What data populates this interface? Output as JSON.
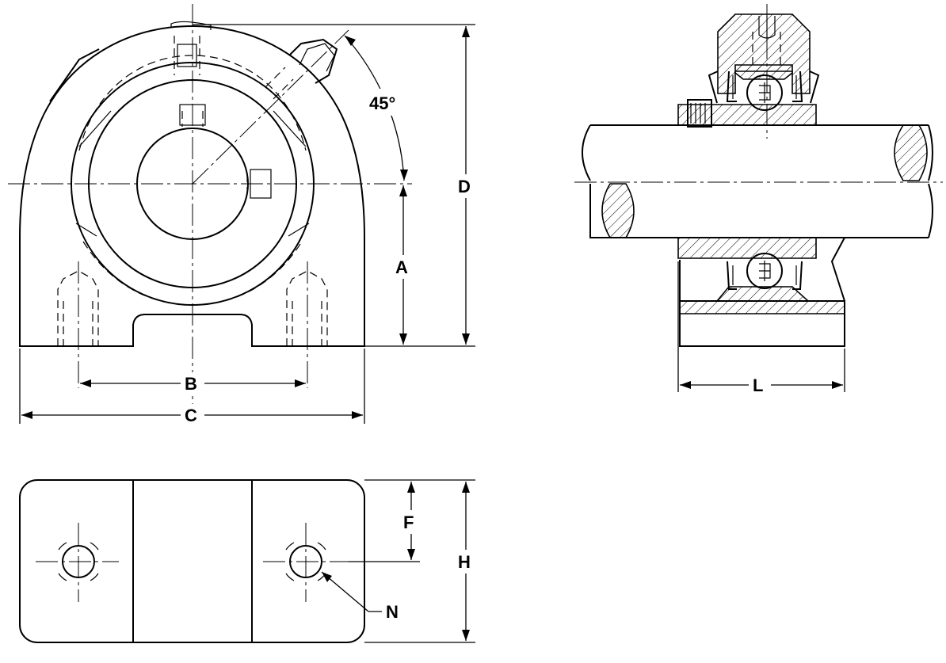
{
  "labels": {
    "A": "A",
    "B": "B",
    "C": "C",
    "D": "D",
    "F": "F",
    "H": "H",
    "L": "L",
    "N": "N",
    "angle": "45°"
  },
  "colors": {
    "line": "#000000",
    "background": "#ffffff"
  }
}
